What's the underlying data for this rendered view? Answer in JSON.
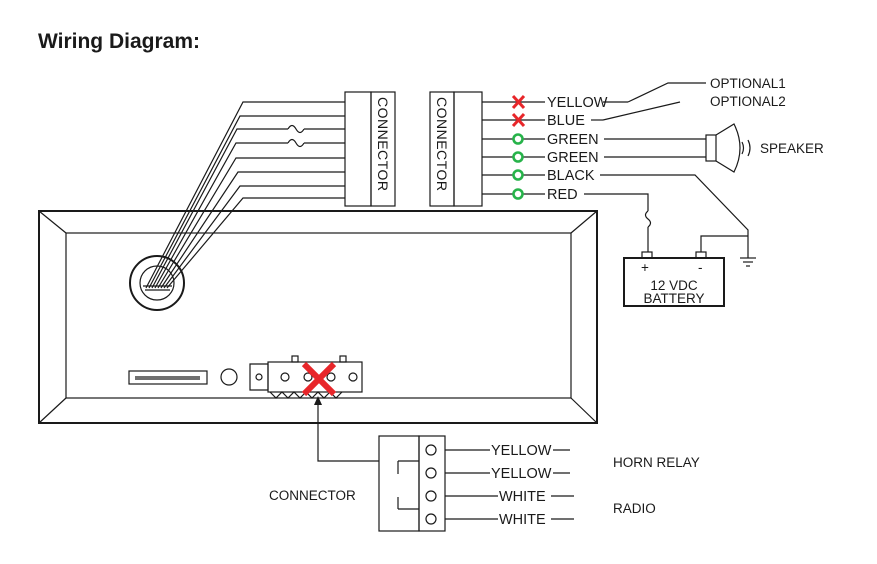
{
  "title": "Wiring Diagram:",
  "connector_left_label": "CONNECTOR",
  "connector_right_label": "CONNECTOR",
  "colors": {
    "x_mark": "#e8262a",
    "o_mark": "#27b34a",
    "line": "#1a1a1a"
  },
  "upper_wires": [
    {
      "label": "YELLOW",
      "status": "x"
    },
    {
      "label": "BLUE",
      "status": "x"
    },
    {
      "label": "GREEN",
      "status": "o"
    },
    {
      "label": "GREEN",
      "status": "o"
    },
    {
      "label": "BLACK",
      "status": "o"
    },
    {
      "label": "RED",
      "status": "o"
    }
  ],
  "optional1": "OPTIONAL1",
  "optional2": "OPTIONAL2",
  "speaker": "SPEAKER",
  "battery": {
    "voltage": "12 VDC",
    "label": "BATTERY",
    "plus": "+",
    "minus": "-"
  },
  "lower_connector_label": "CONNECTOR",
  "lower_wires": [
    {
      "label": "YELLOW"
    },
    {
      "label": "YELLOW"
    },
    {
      "label": "WHITE"
    },
    {
      "label": "WHITE"
    }
  ],
  "horn_relay": "HORN RELAY",
  "radio": "RADIO"
}
